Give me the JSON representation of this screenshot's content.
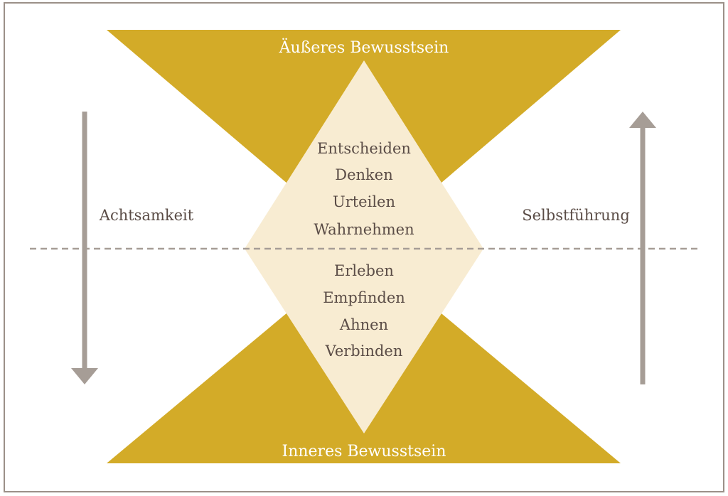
{
  "diagram": {
    "top_label": "Äußeres Bewusstsein",
    "bottom_label": "Inneres Bewusstsein",
    "left_label": "Achtsamkeit",
    "right_label": "Selbstführung",
    "upper_words": [
      "Entscheiden",
      "Denken",
      "Urteilen",
      "Wahrnehmen"
    ],
    "lower_words": [
      "Erleben",
      "Empfinden",
      "Ahnen",
      "Verbinden"
    ],
    "left_arrow_direction": "down",
    "right_arrow_direction": "up"
  },
  "colors": {
    "frame": "#9b9088",
    "gold": "#d3ab28",
    "cream": "#f8ecd2",
    "arrow": "#a69d96",
    "dash": "#a69d96",
    "gold_text": "#ffffff",
    "dark_text": "#5a4c46"
  }
}
